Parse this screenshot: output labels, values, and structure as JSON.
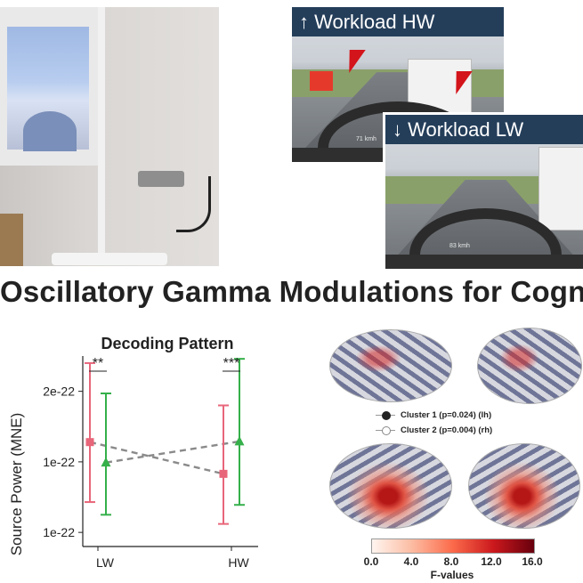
{
  "scenes": {
    "high": {
      "label": "↑ Workload HW",
      "speed": "71 kmh"
    },
    "low": {
      "label": "↓ Workload LW",
      "speed": "83 kmh"
    }
  },
  "title": "Oscillatory Gamma Modulations for Cognitive",
  "chart_data": {
    "type": "line",
    "title": "Decoding Pattern",
    "ylabel": "Source Power (MNE)",
    "categories": [
      "LW",
      "HW"
    ],
    "y_tick_labels": [
      "2e-22",
      "1e-22",
      "1e-22"
    ],
    "y_tick_values": [
      2.0,
      1.0,
      0.0
    ],
    "ylim": [
      -0.2,
      2.5
    ],
    "significance": [
      "**",
      "***"
    ],
    "series": [
      {
        "color": "#e8667a",
        "marker": "square",
        "values": [
          1.28,
          0.83
        ],
        "err_low": [
          0.43,
          0.12
        ],
        "err_high": [
          2.4,
          1.8
        ]
      },
      {
        "color": "#35b04a",
        "marker": "triangle",
        "values": [
          0.99,
          1.29
        ],
        "err_low": [
          0.25,
          0.39
        ],
        "err_high": [
          1.97,
          2.46
        ]
      }
    ],
    "grid": false
  },
  "brain": {
    "legend": [
      {
        "label": "Cluster 1 (p=0.024) (lh)",
        "marker": "filled-dot"
      },
      {
        "label": "Cluster 2 (p=0.004) (rh)",
        "marker": "open-dot"
      }
    ],
    "colorbar": {
      "ticks": [
        "0.0",
        "4.0",
        "8.0",
        "12.0",
        "16.0"
      ],
      "label": "F-values",
      "min": 0,
      "max": 16
    }
  }
}
